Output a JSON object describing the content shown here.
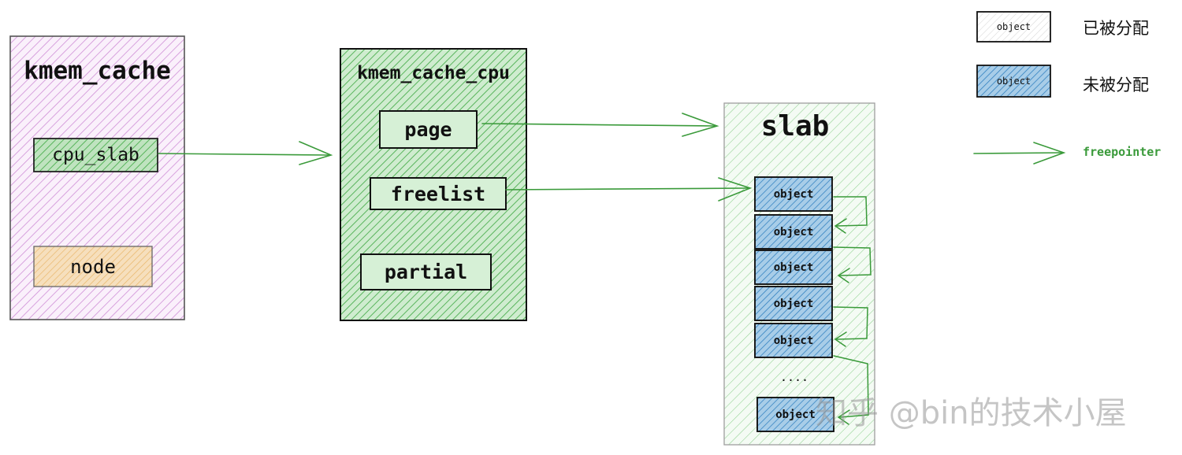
{
  "kmem_cache": {
    "title": "kmem_cache",
    "cpu_slab": "cpu_slab",
    "node": "node"
  },
  "kmem_cache_cpu": {
    "title": "kmem_cache_cpu",
    "page": "page",
    "freelist": "freelist",
    "partial": "partial"
  },
  "slab": {
    "title": "slab",
    "objects": [
      "object",
      "object",
      "object",
      "object",
      "object"
    ],
    "ellipsis": "....",
    "last_object": "object"
  },
  "legend": {
    "allocated_object": "object",
    "allocated_label": "已被分配",
    "free_object": "object",
    "free_label": "未被分配",
    "freepointer_label": "freepointer"
  },
  "watermark": "知乎 @bin的技术小屋",
  "colors": {
    "purple_hatch": "#cf8fd6",
    "green_hatch": "#4caf50",
    "blue_fill": "#6aaad6",
    "orange_fill": "#f0cf9a",
    "arrow_green": "#3a9a3a",
    "grey_border": "#9e9e9e"
  }
}
